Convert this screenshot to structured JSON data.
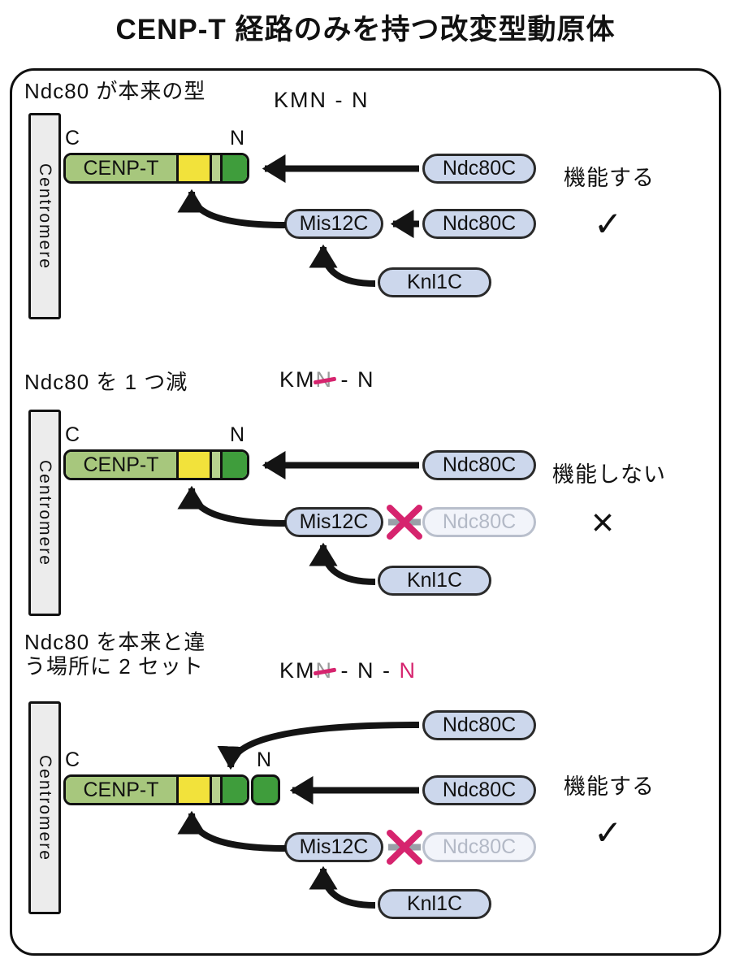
{
  "title": "CENP-T 経路のみを持つ改変型動原体",
  "shared": {
    "centromere": "Centromere",
    "cenp_t": "CENP-T",
    "c_label": "C",
    "n_label": "N",
    "ndc80c": "Ndc80C",
    "mis12c": "Mis12C",
    "knl1c": "Knl1C"
  },
  "colors": {
    "cenpt_green": "#a7c77d",
    "yellow_segment": "#f2e23b",
    "sliver_green": "#b7d28e",
    "dark_green": "#3f9d3c",
    "pill_blue": "#ccd7ec",
    "blocked_pink": "#d6246e",
    "faded_gray": "#b3b9c6"
  },
  "panels": [
    {
      "heading_line1": "Ndc80 が本来の型",
      "heading_line2": "",
      "formula": {
        "pre": "KMN",
        "struck": "",
        "mid": " - N",
        "pink": ""
      },
      "status": "機能する",
      "mark": "✓"
    },
    {
      "heading_line1": "Ndc80 を 1 つ減",
      "heading_line2": "",
      "formula": {
        "pre": "KM",
        "struck": "N",
        "mid": " - N",
        "pink": ""
      },
      "status": "機能しない",
      "mark": "×"
    },
    {
      "heading_line1": "Ndc80 を本来と違",
      "heading_line2": "う場所に 2 セット",
      "formula": {
        "pre": "KM",
        "struck": "N",
        "mid": " - N - ",
        "pink": "N"
      },
      "status": "機能する",
      "mark": "✓"
    }
  ]
}
